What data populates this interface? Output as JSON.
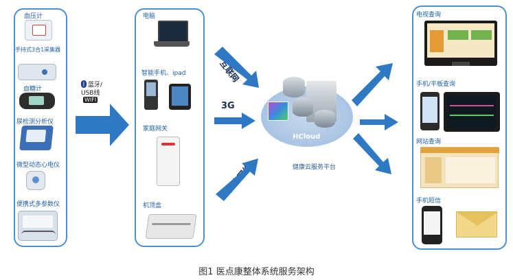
{
  "left_panel": {
    "title": "血压计",
    "items": [
      "手持式3合1采集器",
      "血糖计",
      "尿检测分析仪",
      "微型动态心电仪",
      "便携式多参数仪"
    ]
  },
  "connector": {
    "bluetooth": "蓝牙/",
    "usb": "USB线",
    "wifi": "WIFI"
  },
  "middle_panel": {
    "items": [
      "电脑",
      "智能手机、ipad",
      "家庭网关",
      "机顶盒"
    ]
  },
  "network_labels": {
    "internet": "互联网",
    "g3": "3G",
    "broadcast": "广电网络"
  },
  "cloud": {
    "name": "HCloud",
    "platform": "健康云服务平台"
  },
  "right_panel": {
    "items": [
      "电视查询",
      "手机/平板查询",
      "网站查询",
      "手机短信"
    ]
  },
  "caption": "图1 医点康整体系统服务架构",
  "colors": {
    "border": "#4f8fd1",
    "arrow": "#2f78c4",
    "label": "#1f5ea8"
  }
}
